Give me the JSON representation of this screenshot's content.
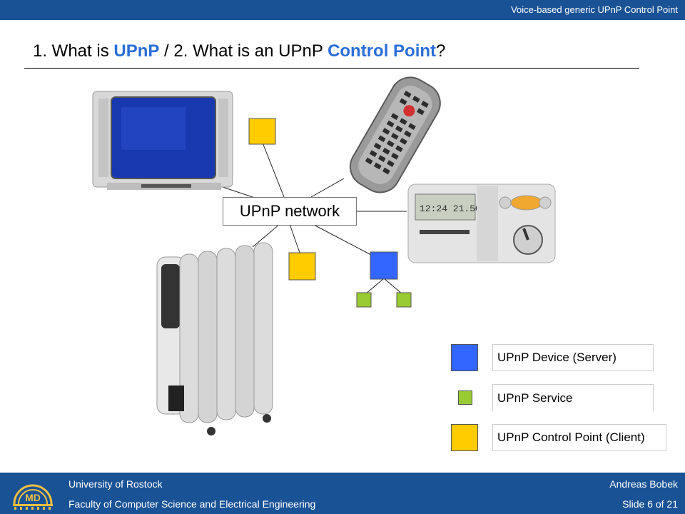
{
  "header": {
    "title": "Voice-based generic UPnP Control Point"
  },
  "slide": {
    "title_part1": "1. What is ",
    "title_hl1": "UPnP",
    "title_part2": " / 2. What is an UPnP ",
    "title_hl2": "Control Point",
    "title_part3": "?"
  },
  "diagram": {
    "network_label": "UPnP network"
  },
  "legend": [
    {
      "label": "UPnP Device (Server)",
      "color": "#3366ff"
    },
    {
      "label": "UPnP Service",
      "color": "#99cc33"
    },
    {
      "label": "UPnP Control Point (Client)",
      "color": "#ffcc00"
    }
  ],
  "footer": {
    "university": "University of Rostock",
    "faculty": "Faculty of Computer Science and Electrical Engineering",
    "author": "Andreas Bobek",
    "slide_number": "Slide 6 of 21",
    "logo_text": "MD"
  },
  "colors": {
    "bar": "#1a5296",
    "highlight": "#2a6dd8",
    "device": "#3366ff",
    "service": "#99cc33",
    "control_point": "#ffcc00"
  }
}
